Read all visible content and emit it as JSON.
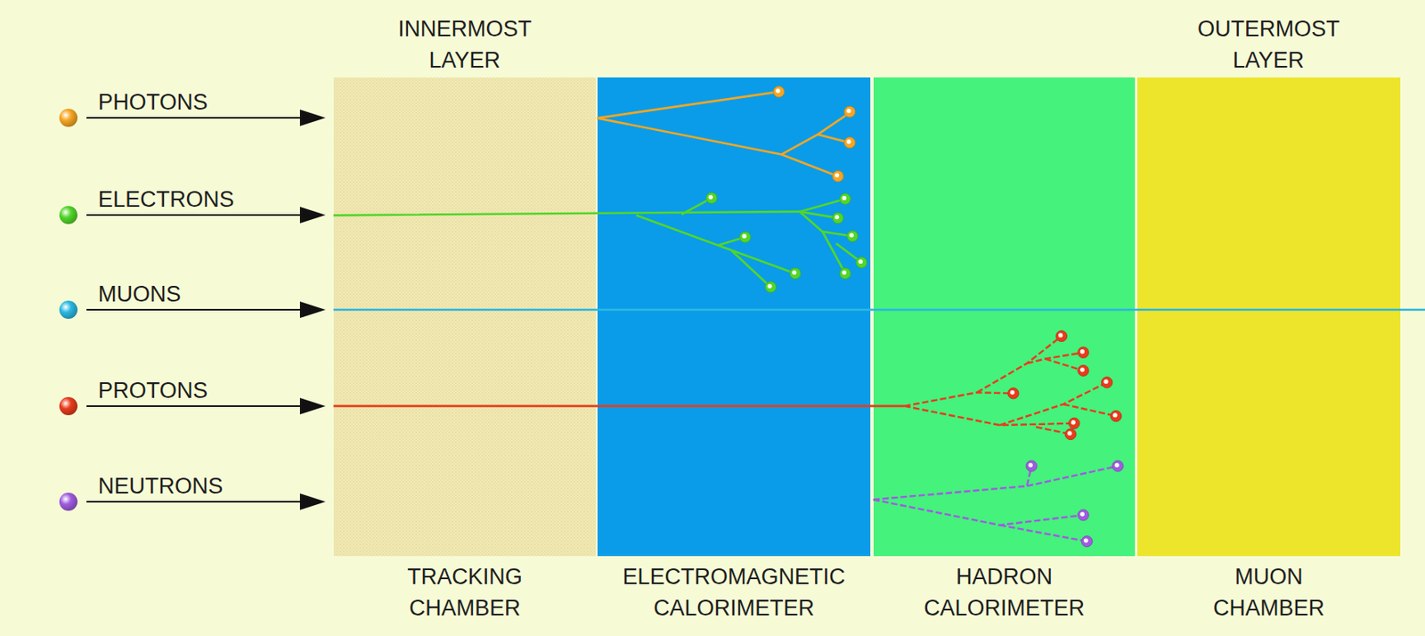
{
  "diagram": {
    "nodes": [
      {
        "text": [
          "TRACKING CHAMBER"
        ]
      },
      {
        "text": [
          "ELECTROMAGNETIC CALORIMETER"
        ]
      },
      {
        "text": [
          "HADRON CALORIMETER"
        ]
      },
      {
        "text": [
          "MUON CHAMBER"
        ]
      }
    ],
    "labels": [
      "INNERMOST LAYER",
      "OUTERMOST LAYER",
      "PHOTONS",
      "ELECTRONS",
      "MUONS",
      "PROTONS",
      "NEUTRONS"
    ]
  }
}
